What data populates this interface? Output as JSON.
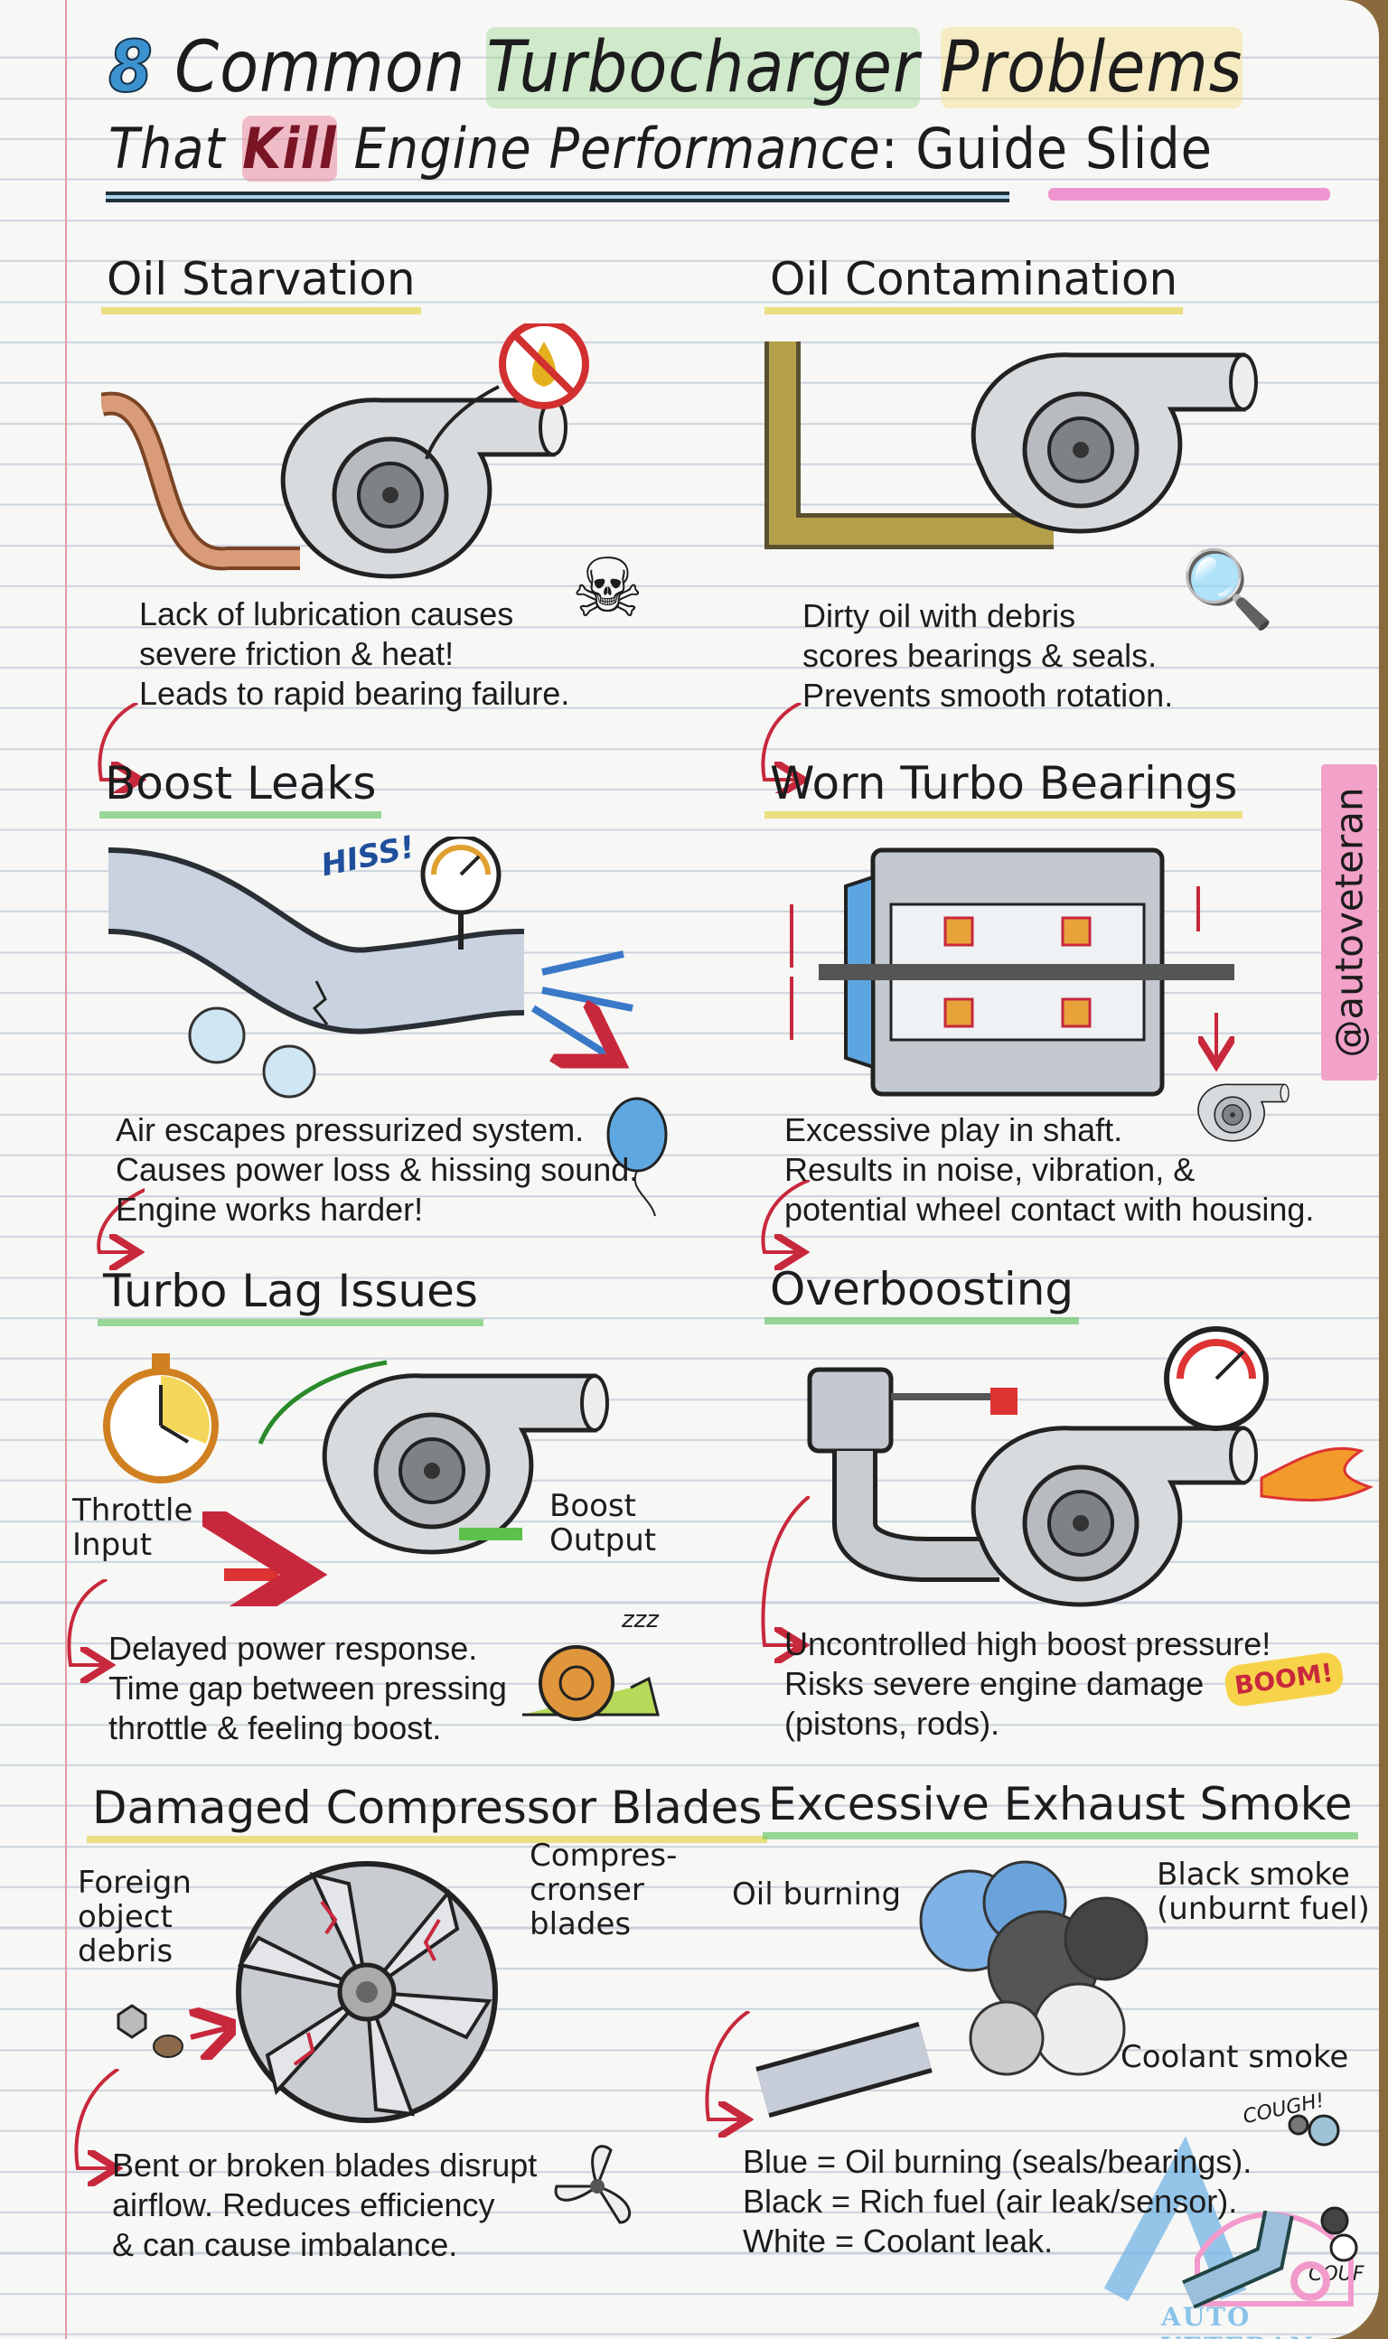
{
  "title": {
    "num": "8",
    "w1": "Common",
    "w2": "Turbocharger",
    "w3": "Problems",
    "l2a": "That",
    "l2b": "Kill",
    "l2c": "Engine Performance",
    "l2d": ": Guide Slide"
  },
  "side_handle": "@autoveteran",
  "watermark": "AUTO VETERAN",
  "colors": {
    "margin": "#e59aa5",
    "arrow": "#c8283c",
    "blue": "#3c92cf",
    "pink": "#f2a1c8"
  },
  "sections": [
    {
      "title": "Oil Starvation",
      "lines": [
        "Lack of lubrication causes",
        "severe friction & heat!",
        "Leads to rapid bearing failure."
      ],
      "icons": [
        "no-oil-icon",
        "skull-icon",
        "turbo-icon"
      ]
    },
    {
      "title": "Oil Contamination",
      "lines": [
        "Dirty oil with debris",
        "scores bearings & seals.",
        "Prevents smooth rotation."
      ],
      "icons": [
        "magnifier-icon",
        "turbo-icon"
      ]
    },
    {
      "title": "Boost Leaks",
      "lines": [
        "Air escapes pressurized system.",
        "Causes power loss & hissing sound.",
        "Engine works harder!"
      ],
      "labels": {
        "hiss": "HISS!"
      },
      "icons": [
        "pressure-gauge-icon",
        "balloon-icon",
        "cracked-pipe-icon"
      ]
    },
    {
      "title": "Worn Turbo Bearings",
      "lines": [
        "Excessive play in shaft.",
        "Results in noise, vibration, &",
        "potential wheel contact with housing."
      ],
      "icons": [
        "shaft-cutaway-icon",
        "turbo-icon"
      ]
    },
    {
      "title": "Turbo Lag Issues",
      "lines": [
        "Delayed power response.",
        "Time gap between pressing",
        "throttle & feeling boost."
      ],
      "labels": {
        "throttle": [
          "Throttle",
          "Input"
        ],
        "boost": [
          "Boost",
          "Output"
        ],
        "zzz": "zzz"
      },
      "icons": [
        "stopwatch-icon",
        "snail-icon",
        "turbo-icon"
      ]
    },
    {
      "title": "Overboosting",
      "lines": [
        "Uncontrolled high boost pressure!",
        "Risks severe engine damage",
        "(pistons, rods)."
      ],
      "labels": {
        "boom": "BOOM!"
      },
      "icons": [
        "boost-gauge-icon",
        "flame-icon",
        "turbo-icon"
      ]
    },
    {
      "title": "Damaged Compressor Blades",
      "lines": [
        "Bent or broken blades disrupt",
        "airflow. Reduces efficiency",
        "& can cause imbalance."
      ],
      "labels": {
        "debris": [
          "Foreign",
          "object",
          "debris"
        ],
        "blades": [
          "Compres-",
          "cronser",
          "blades"
        ]
      },
      "icons": [
        "compressor-wheel-icon",
        "propeller-icon",
        "nut-icon"
      ]
    },
    {
      "title": "Excessive Exhaust Smoke",
      "lines": [
        "Blue = Oil burning (seals/bearings).",
        "Black = Rich fuel (air leak/sensor).",
        "White = Coolant leak."
      ],
      "labels": {
        "oil": "Oil burning",
        "black": [
          "Black smoke",
          "(unburnt fuel)"
        ],
        "coolant": "Coolant smoke",
        "cough": "COUGH!",
        "couf": "COUF"
      },
      "icons": [
        "exhaust-pipe-icon",
        "smoke-cloud-icon"
      ]
    }
  ]
}
